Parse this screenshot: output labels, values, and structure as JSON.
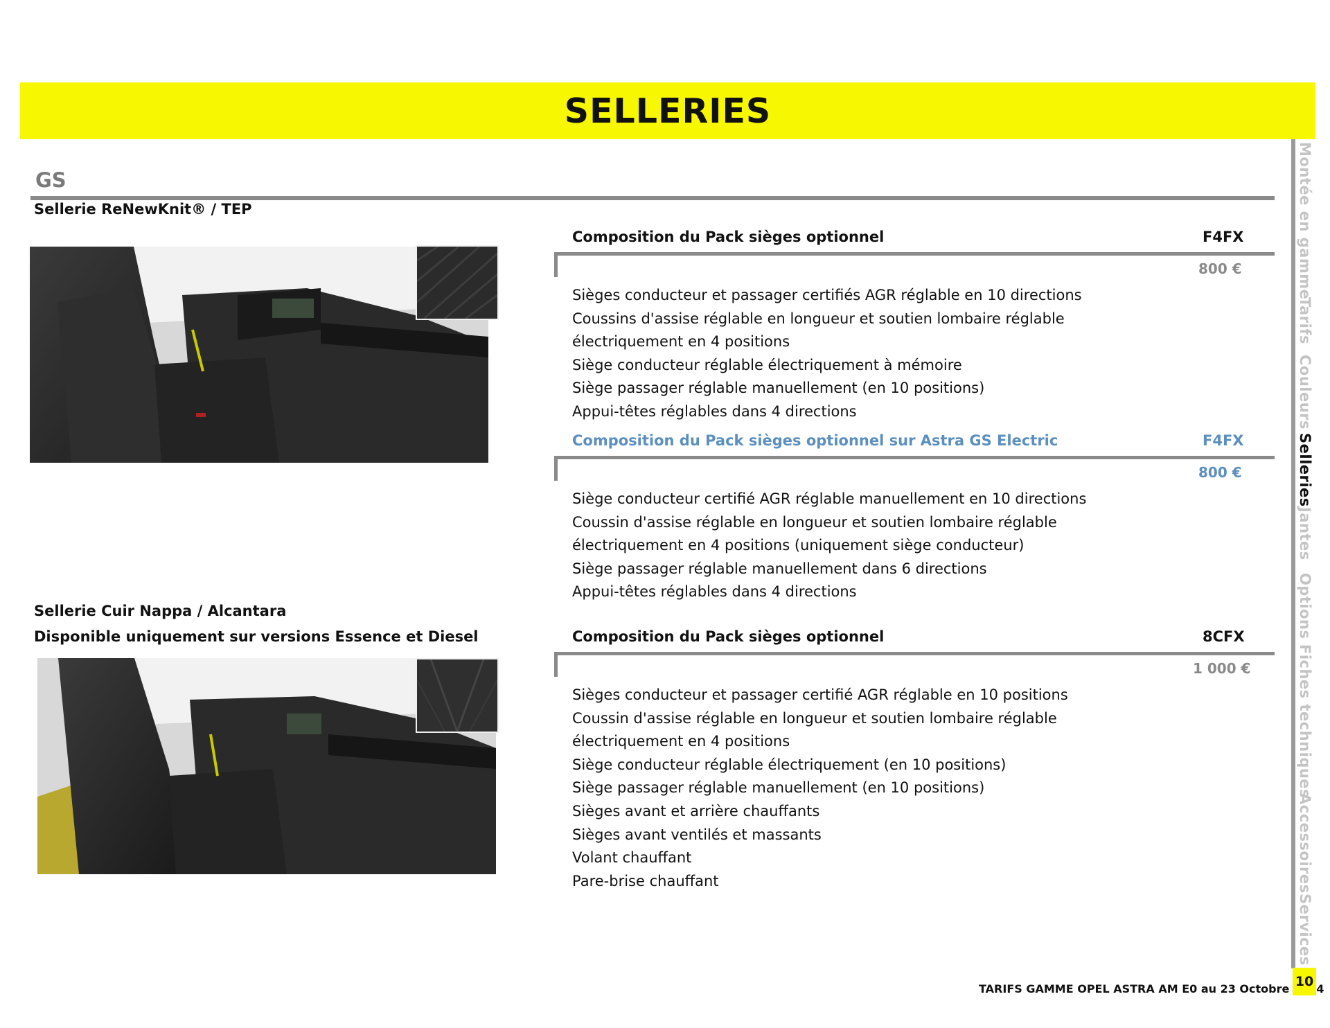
{
  "header": {
    "title": "SELLERIES"
  },
  "section": {
    "title": "GS"
  },
  "upholstery": [
    {
      "label": "Sellerie ReNewKnit® / TEP"
    },
    {
      "label": "Sellerie Cuir Nappa / Alcantara",
      "note": "Disponible uniquement sur versions Essence et Diesel"
    }
  ],
  "packs": [
    {
      "title": "Composition du Pack sièges optionnel",
      "code": "F4FX",
      "price": "800 €",
      "items": [
        "Sièges conducteur et passager certifiés AGR réglable en 10 directions",
        "Coussins d'assise réglable en longueur et soutien lombaire réglable",
        "électriquement en 4 positions",
        "Siège conducteur réglable électriquement à mémoire",
        "Siège passager réglable manuellement (en 10 positions)",
        "Appui-têtes réglables dans 4 directions"
      ]
    },
    {
      "title": "Composition du Pack sièges optionnel sur Astra GS Electric",
      "code": "F4FX",
      "price": "800 €",
      "accent": "#5b8fbf",
      "items": [
        "Siège conducteur certifié AGR réglable manuellement en 10 directions",
        "Coussin d'assise réglable en longueur et soutien lombaire réglable",
        "électriquement en 4 positions (uniquement siège conducteur)",
        "Siège passager réglable manuellement dans 6 directions",
        "Appui-têtes réglables dans 4 directions"
      ]
    },
    {
      "title": "Composition du Pack sièges optionnel",
      "code": "8CFX",
      "price": "1 000 €",
      "items": [
        "Sièges conducteur et passager certifié AGR réglable en 10 positions",
        "Coussin d'assise réglable en longueur et soutien lombaire réglable",
        "électriquement en 4 positions",
        "Siège conducteur réglable électriquement (en 10 positions)",
        "Siège passager réglable manuellement (en 10 positions)",
        "Sièges avant et arrière chauffants",
        "Sièges avant ventilés et massants",
        "Volant chauffant",
        "Pare-brise chauffant"
      ]
    }
  ],
  "sidebar": {
    "items": [
      {
        "label": "Montée en gamme"
      },
      {
        "label": "Tarifs"
      },
      {
        "label": "Couleurs"
      },
      {
        "label": "Selleries",
        "active": true
      },
      {
        "label": "Jantes"
      },
      {
        "label": "Options"
      },
      {
        "label": "Fiches techniques"
      },
      {
        "label": "Accessoires"
      },
      {
        "label": "Services"
      }
    ]
  },
  "footer": {
    "text": "TARIFS GAMME OPEL ASTRA AM E0 au 23 Octobre 2024",
    "page": "10"
  },
  "colors": {
    "banner": "#f6f700",
    "accent_blue": "#5b8fbf",
    "rule_gray": "#8a8a8a",
    "nav_inactive": "#c4c4c4"
  }
}
